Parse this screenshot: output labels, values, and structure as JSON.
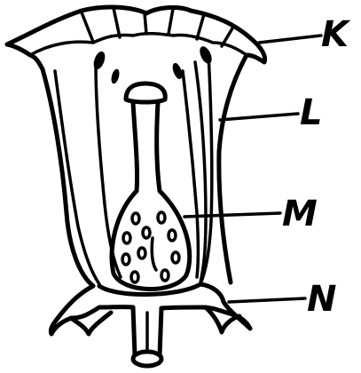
{
  "diagram": {
    "labels": {
      "k": "K",
      "l": "L",
      "m": "M",
      "n": "N"
    },
    "colors": {
      "ink": "#000000",
      "background": "#ffffff"
    }
  }
}
